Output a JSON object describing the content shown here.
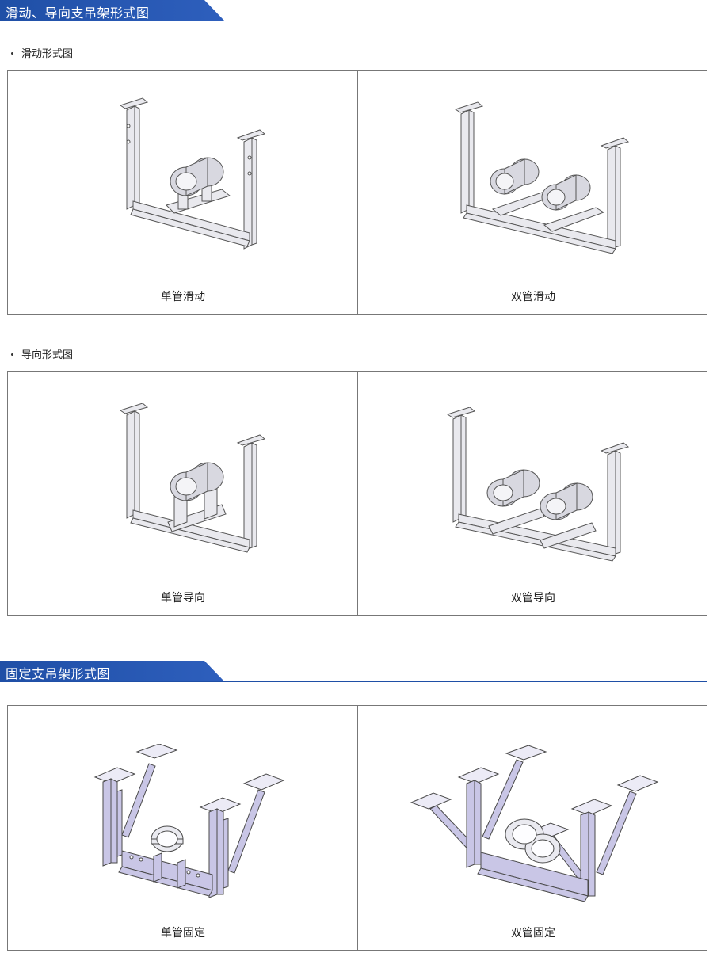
{
  "sections": [
    {
      "title": "滑动、导向支吊架形式图"
    },
    {
      "title": "固定支吊架形式图"
    }
  ],
  "subheads": [
    {
      "label": "滑动形式图"
    },
    {
      "label": "导向形式图"
    }
  ],
  "panels": [
    {
      "left_caption": "单管滑动",
      "right_caption": "双管滑动"
    },
    {
      "left_caption": "单管导向",
      "right_caption": "双管导向"
    },
    {
      "left_caption": "单管固定",
      "right_caption": "双管固定"
    }
  ],
  "colors": {
    "banner": "#1f4fa6",
    "frame_fill": "#c9c6e6",
    "frame_stroke": "#4a4a4a"
  }
}
